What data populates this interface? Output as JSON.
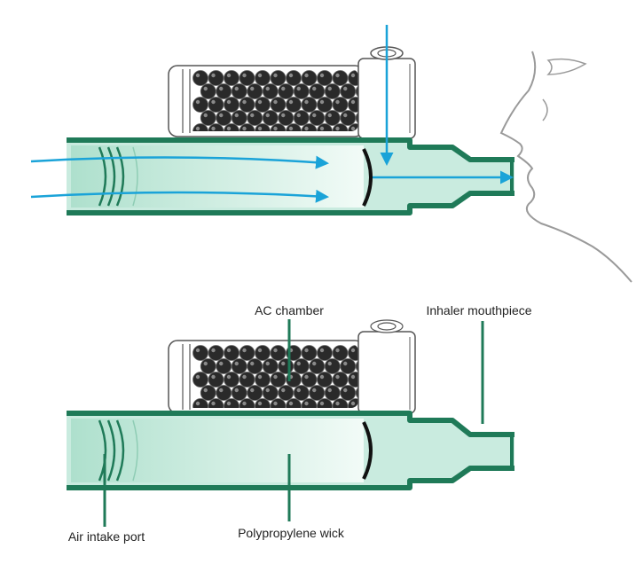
{
  "labels": {
    "ac_chamber": "AC chamber",
    "mouthpiece": "Inhaler mouthpiece",
    "air_intake": "Air intake port",
    "wick": "Polypropylene wick"
  },
  "colors": {
    "tube_outline": "#1f7a58",
    "tube_fill": "#c9ebdf",
    "tube_fill_light": "#e8f7f1",
    "air_flow": "#1aa3d8",
    "leader_line": "#1f7a58",
    "carbon_bead": "#2a2a2a",
    "face_line": "#9a9a9a"
  },
  "icons": {
    "flow_arrow": "arrow-icon",
    "face": "face-profile-icon"
  }
}
